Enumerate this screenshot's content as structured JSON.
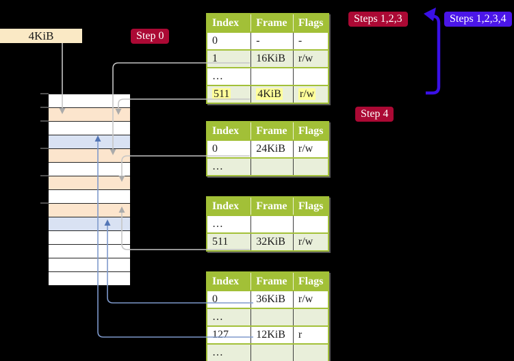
{
  "frame_box": {
    "label": "4KiB"
  },
  "step_labels": {
    "step0": "Step 0",
    "steps123": "Steps 1,2,3",
    "steps1234": "Steps 1,2,3,4",
    "step4": "Step 4"
  },
  "colors": {
    "step_label_red": "#ab0934",
    "step_label_violet": "#4b16e9",
    "big_arrow_blue": "#3a10e6",
    "table_header_green": "#a2c037",
    "table_shaded_row": "#e9efda",
    "highlight_yellow": "#ffff99",
    "frame_box_wheat": "#fae9c5",
    "memory_peach": "#fce5cd",
    "memory_blue": "#d9e2f3",
    "gray_connector": "#c6c6c6",
    "blue_connector": "#5376b6"
  },
  "page_tables": [
    {
      "name": "page-table-level-0",
      "headers": [
        "Index",
        "Frame",
        "Flags"
      ],
      "rows": [
        {
          "cells": [
            "0",
            "-",
            "-"
          ],
          "shaded": false,
          "highlighted": false
        },
        {
          "cells": [
            "1",
            "16KiB",
            "r/w"
          ],
          "shaded": true,
          "highlighted": false
        },
        {
          "cells": [
            "…",
            "",
            ""
          ],
          "shaded": false,
          "highlighted": false
        },
        {
          "cells": [
            "511",
            "4KiB",
            "r/w"
          ],
          "shaded": true,
          "highlighted": true
        }
      ]
    },
    {
      "name": "page-table-a",
      "headers": [
        "Index",
        "Frame",
        "Flags"
      ],
      "rows": [
        {
          "cells": [
            "0",
            "24KiB",
            "r/w"
          ],
          "shaded": false,
          "highlighted": false
        },
        {
          "cells": [
            "…",
            "",
            ""
          ],
          "shaded": true,
          "highlighted": false
        }
      ]
    },
    {
      "name": "page-table-b",
      "headers": [
        "Index",
        "Frame",
        "Flags"
      ],
      "rows": [
        {
          "cells": [
            "…",
            "",
            ""
          ],
          "shaded": false,
          "highlighted": false
        },
        {
          "cells": [
            "511",
            "32KiB",
            "r/w"
          ],
          "shaded": true,
          "highlighted": false
        }
      ]
    },
    {
      "name": "page-table-c",
      "headers": [
        "Index",
        "Frame",
        "Flags"
      ],
      "rows": [
        {
          "cells": [
            "0",
            "36KiB",
            "r/w"
          ],
          "shaded": false,
          "highlighted": false
        },
        {
          "cells": [
            "…",
            "",
            ""
          ],
          "shaded": true,
          "highlighted": false
        },
        {
          "cells": [
            "127",
            "12KiB",
            "r"
          ],
          "shaded": false,
          "highlighted": false
        },
        {
          "cells": [
            "…",
            "",
            ""
          ],
          "shaded": true,
          "highlighted": false
        }
      ]
    }
  ],
  "memory": {
    "frames": [
      {
        "fill": "white"
      },
      {
        "fill": "peach"
      },
      {
        "fill": "white"
      },
      {
        "fill": "blue"
      },
      {
        "fill": "peach"
      },
      {
        "fill": "white"
      },
      {
        "fill": "peach"
      },
      {
        "fill": "white"
      },
      {
        "fill": "peach"
      },
      {
        "fill": "blue"
      },
      {
        "fill": "white"
      },
      {
        "fill": "white"
      },
      {
        "fill": "white"
      },
      {
        "fill": "white"
      }
    ]
  }
}
